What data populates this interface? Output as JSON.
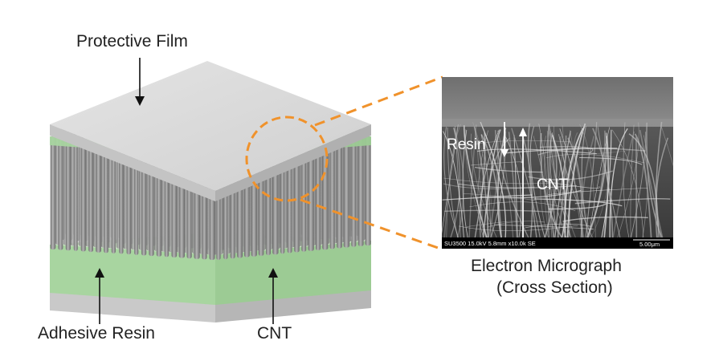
{
  "labels": {
    "protective_film": "Protective Film",
    "adhesive_resin": "Adhesive Resin",
    "cnt": "CNT",
    "caption_line1": "Electron  Micrograph",
    "caption_line2": "(Cross Section)"
  },
  "micrograph": {
    "resin_label": "Resin",
    "cnt_label": "CNT",
    "scale_info": "SU3500 15.0kV 5.8mm x10.0k SE",
    "scale_bar": "5.00μm"
  },
  "colors": {
    "film_top": "#d9d9d9",
    "film_side": "#c2c2c2",
    "resin": "#a8d5a0",
    "cnt": "#8c8c8c",
    "callout": "#f0922b"
  }
}
